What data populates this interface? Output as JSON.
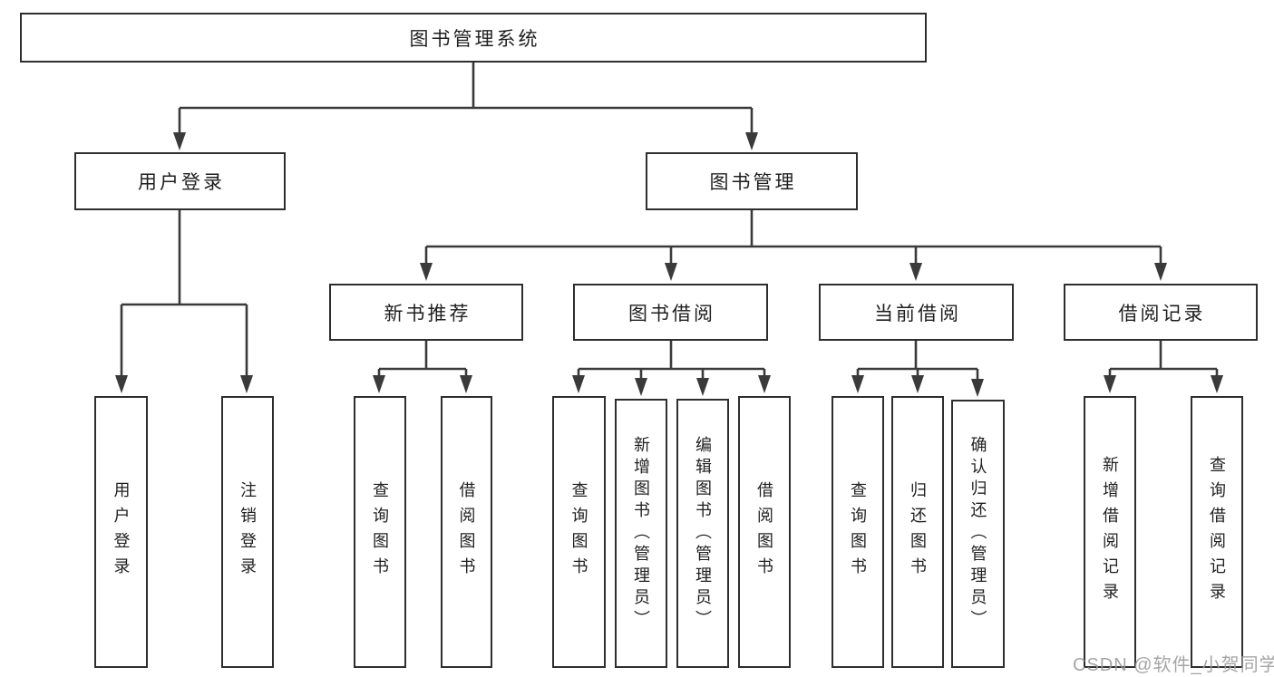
{
  "colors": {
    "line": "#3a3a3a",
    "border": "#2e2e2e",
    "text": "#1f1f1f",
    "watermark": "#9c9c9c",
    "background": "#ffffff"
  },
  "watermark": {
    "text": "CSDN @软件_小贺同学"
  },
  "tree": {
    "label": "图书管理系统",
    "children": [
      {
        "label": "用户登录",
        "children": [
          {
            "label": "用户登录"
          },
          {
            "label": "注销登录"
          }
        ]
      },
      {
        "label": "图书管理",
        "children": [
          {
            "label": "新书推荐",
            "children": [
              {
                "label": "查询图书"
              },
              {
                "label": "借阅图书"
              }
            ]
          },
          {
            "label": "图书借阅",
            "children": [
              {
                "label": "查询图书"
              },
              {
                "label": "新增图书（管理员）"
              },
              {
                "label": "编辑图书（管理员）"
              },
              {
                "label": "借阅图书"
              }
            ]
          },
          {
            "label": "当前借阅",
            "children": [
              {
                "label": "查询图书"
              },
              {
                "label": "归还图书"
              },
              {
                "label": "确认归还（管理员）"
              }
            ]
          },
          {
            "label": "借阅记录",
            "children": [
              {
                "label": "新增借阅记录"
              },
              {
                "label": "查询借阅记录"
              }
            ]
          }
        ]
      }
    ]
  }
}
